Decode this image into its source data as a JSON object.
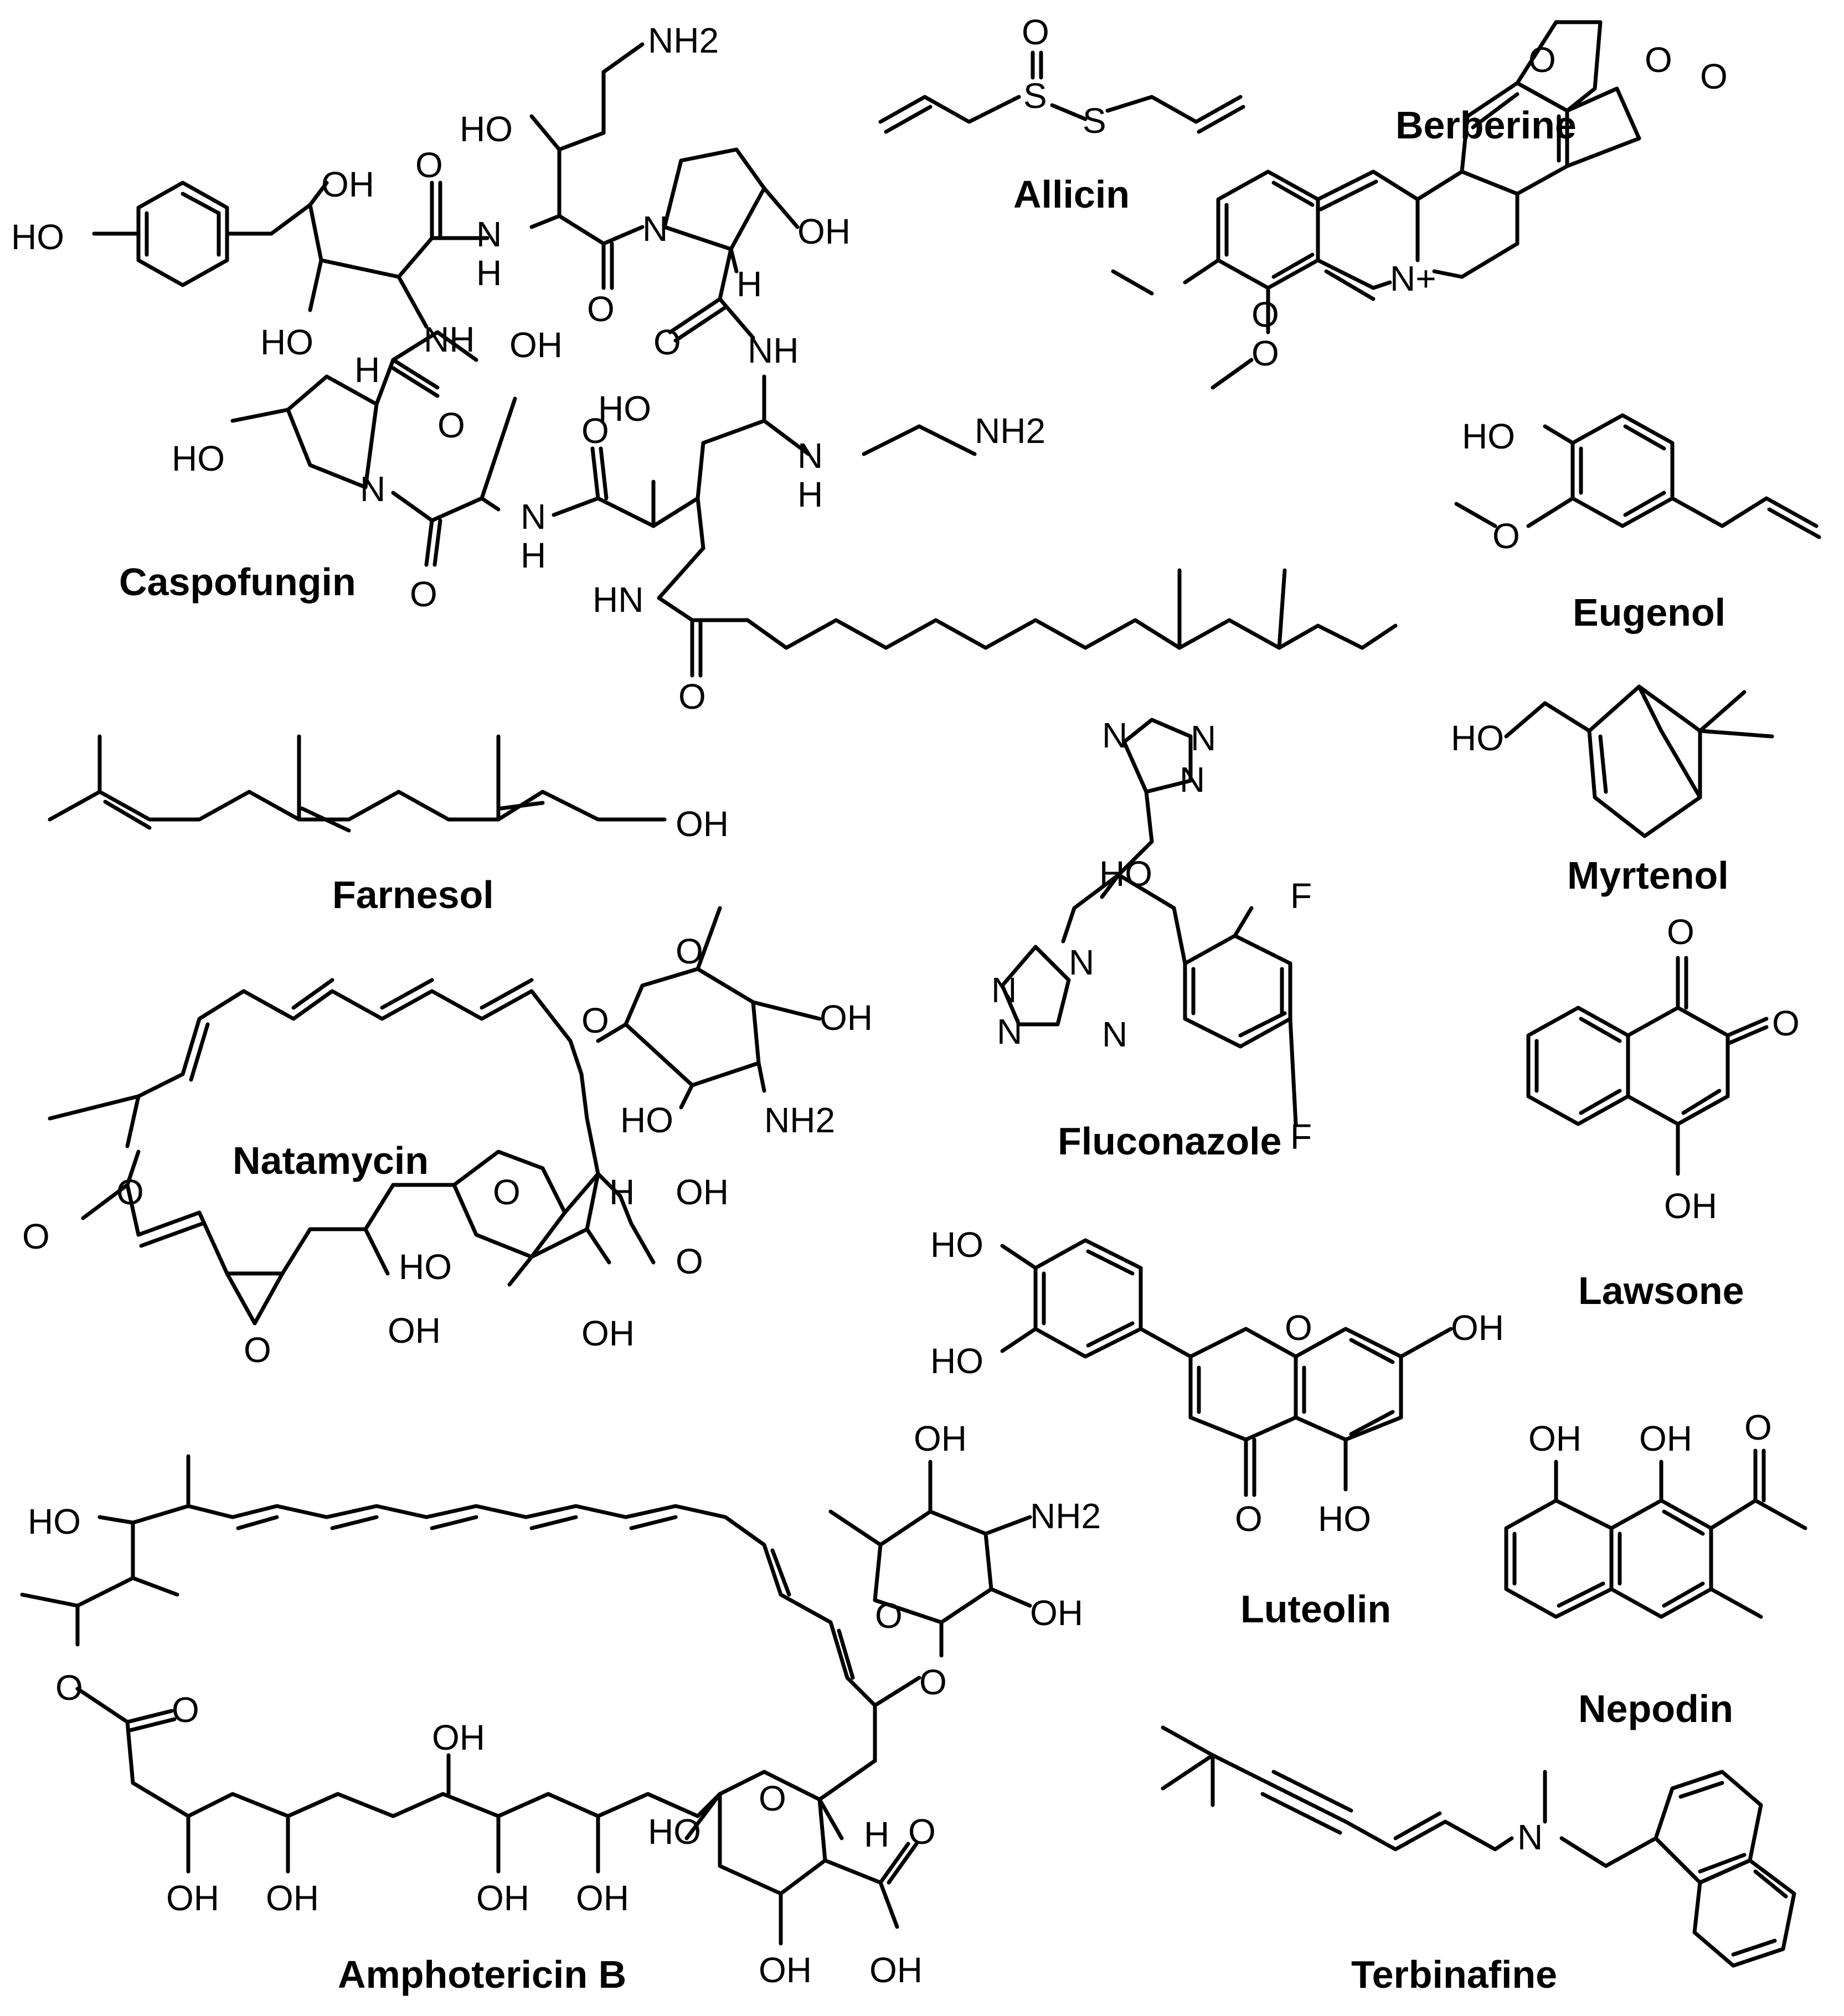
{
  "compounds": {
    "caspofungin": "Caspofungin",
    "allicin": "Allicin",
    "berberine": "Berberine",
    "eugenol": "Eugenol",
    "farnesol": "Farnesol",
    "fluconazole": "Fluconazole",
    "myrtenol": "Myrtenol",
    "natamycin": "Natamycin",
    "lawsone": "Lawsone",
    "luteolin": "Luteolin",
    "nepodin": "Nepodin",
    "amphotericin_b": "Amphotericin B",
    "terbinafine": "Terbinafine"
  },
  "atoms": {
    "OH": "OH",
    "HO": "HO",
    "NH2": "NH2",
    "NH": "NH",
    "HN": "HN",
    "N": "N",
    "H": "H",
    "O": "O",
    "S": "S",
    "F": "F",
    "N_plus": "N+"
  }
}
